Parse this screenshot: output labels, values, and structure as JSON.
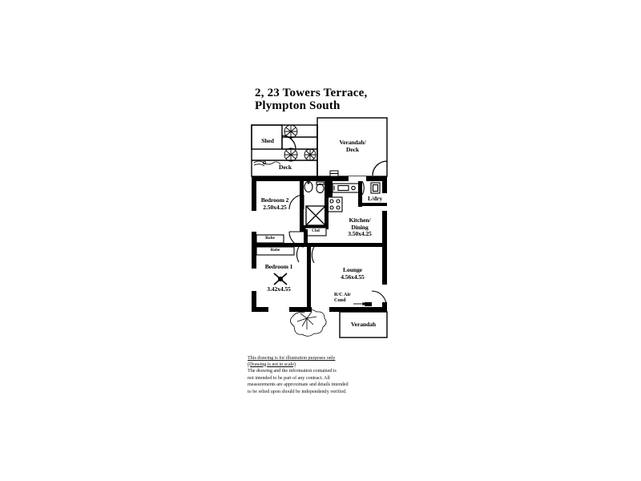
{
  "document": {
    "type": "floor-plan",
    "title_line1": "2,  23 Towers Terrace,",
    "title_line2": "Plympton South"
  },
  "rooms": [
    {
      "key": "shed",
      "name": "Shed",
      "dimensions": ""
    },
    {
      "key": "deck",
      "name": "Deck",
      "dimensions": ""
    },
    {
      "key": "verandah_deck",
      "name_line1": "Verandah/",
      "name_line2": "Deck",
      "dimensions": ""
    },
    {
      "key": "laundry",
      "name": "L/dry",
      "dimensions": ""
    },
    {
      "key": "bedroom2",
      "name": "Bedroom 2",
      "dimensions": "2.50x4.25"
    },
    {
      "key": "kitchen_dining",
      "name_line1": "Kitchen/",
      "name_line2": "Dining",
      "dimensions": "3.50x4.25"
    },
    {
      "key": "bedroom1",
      "name": "Bedroom 1",
      "dimensions": "3.42x4.55"
    },
    {
      "key": "lounge",
      "name": "Lounge",
      "dimensions": "4.56x4.55"
    },
    {
      "key": "verandah",
      "name": "Verandah",
      "dimensions": ""
    }
  ],
  "fixtures": {
    "cupboard_label": "Cbd",
    "robe_upper_label": "Robe",
    "robe_lower_label": "Robe",
    "air_con_line1": "R/C Air",
    "air_con_line2": "Cond"
  },
  "disclaimer": {
    "line1": "This drawing is for illustration purposes only",
    "line2": "(Drawing is not to scale)",
    "body1": "The drawing and the information contained is",
    "body2": "not intended to be part of any contract.  All",
    "body3": "measurements are approximate and details intended",
    "body4": "to be relied upon should be independently verified."
  },
  "colors": {
    "wall": "#000000",
    "paper": "#ffffff",
    "line": "#000000",
    "text": "#000000"
  }
}
